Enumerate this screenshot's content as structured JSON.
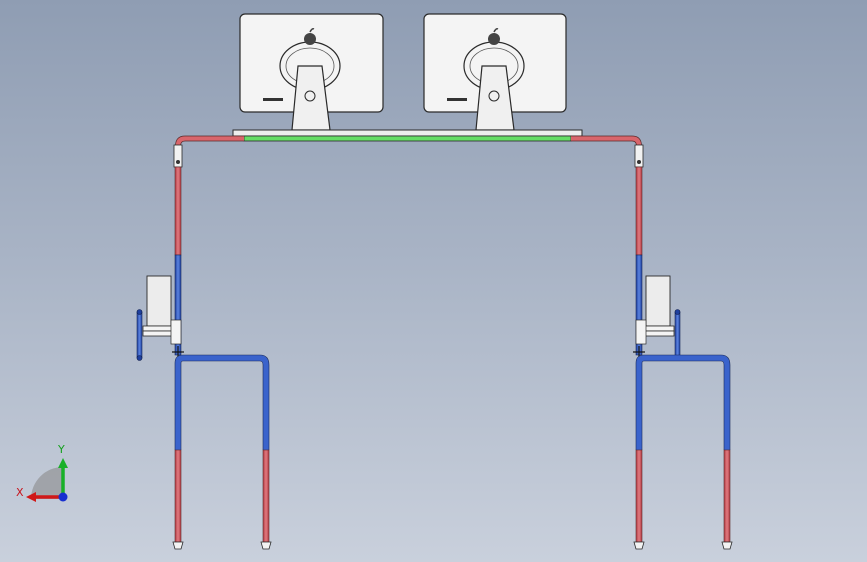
{
  "scene": {
    "background_top": "#8f9db3",
    "background_bottom": "#c9d0dc",
    "monitors": [
      {
        "name": "monitor-left",
        "logo": "apple-logo-icon"
      },
      {
        "name": "monitor-right",
        "logo": "apple-logo-icon"
      }
    ],
    "colors": {
      "frame_red": "#d9656b",
      "frame_blue": "#3a63cc",
      "shelf_green": "#66dd66",
      "monitor_body": "#f4f4f4",
      "outline": "#2a2a2a"
    }
  },
  "triad": {
    "x_label": "X",
    "y_label": "Y",
    "x_color": "#d01818",
    "y_color": "#18b028",
    "z_color": "#1830d0"
  }
}
